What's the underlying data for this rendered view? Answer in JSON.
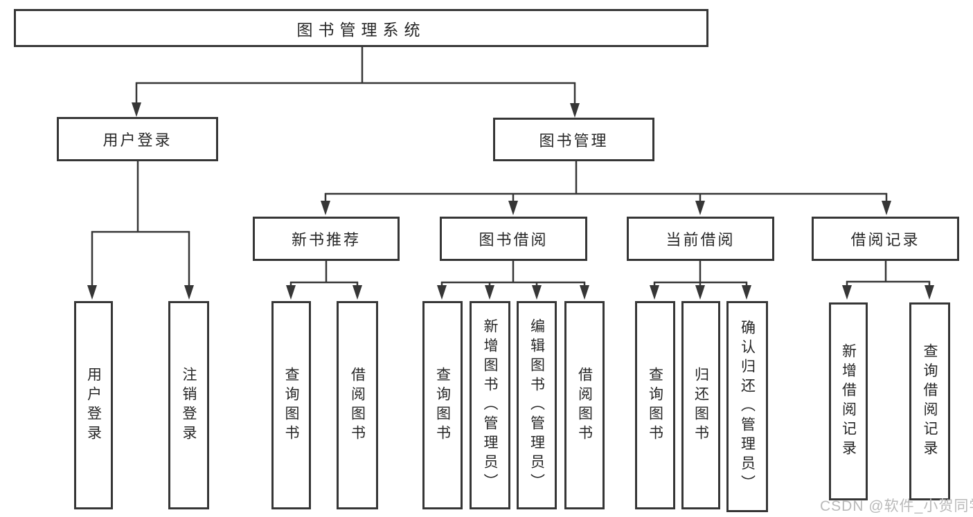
{
  "diagram": {
    "nodes": {
      "root": "图书管理系统",
      "user_login": "用户登录",
      "book_mgmt": "图书管理",
      "new_books": "新书推荐",
      "book_borrow": "图书借阅",
      "current_borrow": "当前借阅",
      "borrow_records": "借阅记录",
      "login": "用户登录",
      "logout": "注销登录",
      "nb_query": "查询图书",
      "nb_borrow": "借阅图书",
      "bb_query": "查询图书",
      "bb_add": "新增图书（管理员）",
      "bb_edit": "编辑图书（管理员）",
      "bb_borrow": "借阅图书",
      "cb_query": "查询图书",
      "cb_return": "归还图书",
      "cb_confirm": "确认归还（管理员）",
      "rec_add": "新增借阅记录",
      "rec_query": "查询借阅记录"
    },
    "line_color": "#363636",
    "watermark": "CSDN @软件_小贺同学"
  }
}
